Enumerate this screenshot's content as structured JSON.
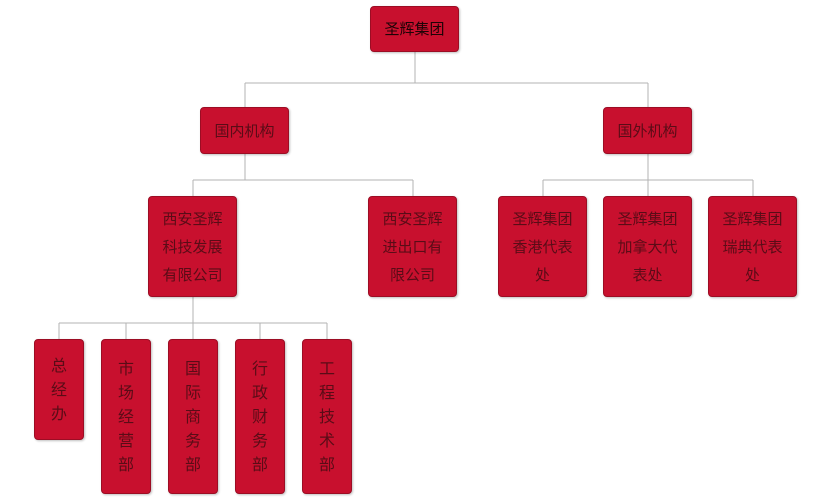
{
  "root": {
    "label": "圣辉集团"
  },
  "domestic": {
    "label": "国内机构",
    "children": [
      {
        "label": "西安圣辉\n科技发展\n有限公司",
        "departments": [
          "总经办",
          "市场经营部",
          "国际商务部",
          "行政财务部",
          "工程技术部"
        ]
      },
      {
        "label": "西安圣辉\n进出口有\n限公司"
      }
    ]
  },
  "overseas": {
    "label": "国外机构",
    "children": [
      {
        "label": "圣辉集团\n香港代表\n处"
      },
      {
        "label": "圣辉集团\n加拿大代\n表处"
      },
      {
        "label": "圣辉集团\n瑞典代表\n处"
      }
    ]
  },
  "colors": {
    "node_fill": "#c8102e",
    "connector": "#b3b3b3"
  }
}
